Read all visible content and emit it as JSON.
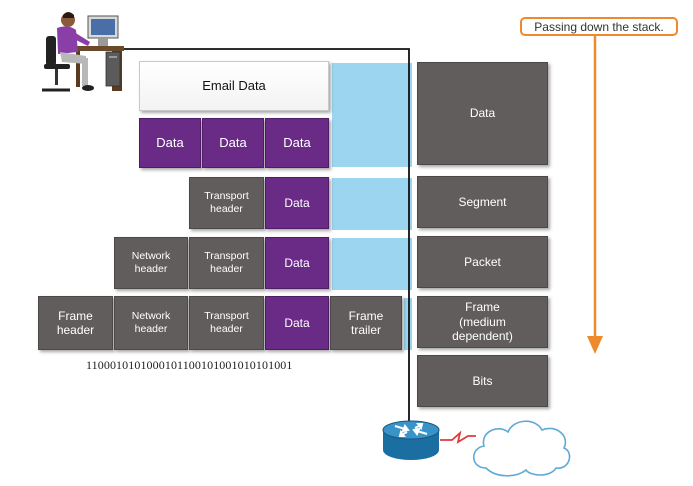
{
  "callout": {
    "text": "Passing down the stack."
  },
  "rows": {
    "email": {
      "email_data": "Email Data"
    },
    "application": {
      "data_1": "Data",
      "data_2": "Data",
      "data_3": "Data"
    },
    "transport": {
      "transport_header": "Transport\nheader",
      "data": "Data"
    },
    "network": {
      "network_header": "Network\nheader",
      "transport_header": "Transport\nheader",
      "data": "Data"
    },
    "frame": {
      "frame_header": "Frame\nheader",
      "network_header": "Network\nheader",
      "transport_header": "Transport\nheader",
      "data": "Data",
      "frame_trailer": "Frame\ntrailer"
    },
    "bits": "1100010101000101100101001010101001"
  },
  "pdu_labels": {
    "data": "Data",
    "segment": "Segment",
    "packet": "Packet",
    "frame": "Frame\n(medium\ndependent)",
    "bits": "Bits"
  },
  "colors": {
    "gray": "#625d5d",
    "purple": "#6a2b86",
    "blue": "#9bd5ef",
    "orange": "#ee8a2c",
    "router": "#1b6ea1",
    "link": "#e23a3a"
  },
  "icons": {
    "user": "person-at-computer-icon",
    "router": "router-icon",
    "cloud": "cloud-icon"
  }
}
